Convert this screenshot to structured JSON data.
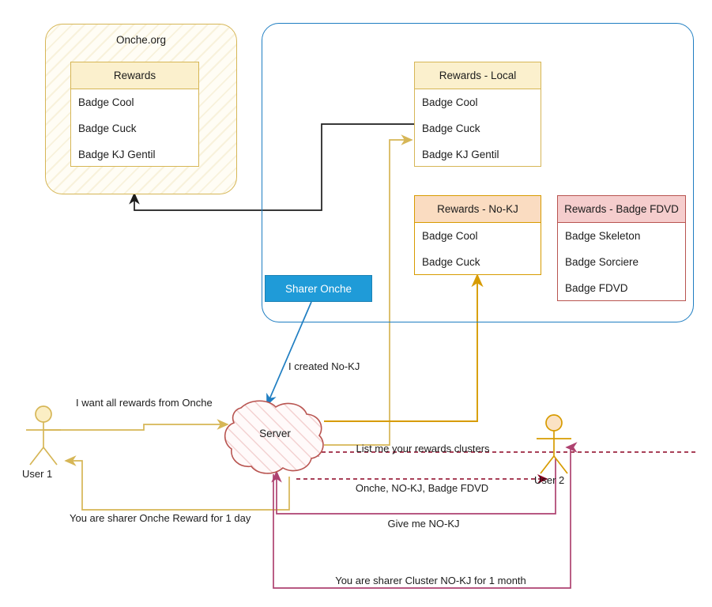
{
  "diagram": {
    "containers": {
      "onche": {
        "title": "Onche.org"
      },
      "cluster_blue": {
        "title": ""
      }
    },
    "boxes": [
      {
        "id": "rewards-onche",
        "header": "Rewards",
        "rows": [
          "Badge Cool",
          "Badge Cuck",
          "Badge KJ Gentil"
        ]
      },
      {
        "id": "rewards-local",
        "header": "Rewards - Local",
        "rows": [
          "Badge Cool",
          "Badge Cuck",
          "Badge KJ Gentil"
        ]
      },
      {
        "id": "rewards-nokj",
        "header": "Rewards - No-KJ",
        "rows": [
          "Badge Cool",
          "Badge Cuck"
        ]
      },
      {
        "id": "rewards-badge-fdvd",
        "header": "Rewards - Badge FDVD",
        "rows": [
          "Badge Skeleton",
          "Badge Sorciere",
          "Badge FDVD"
        ]
      }
    ],
    "sharer_box": {
      "label": "Sharer Onche"
    },
    "server": {
      "label": "Server"
    },
    "actors": [
      {
        "id": "user-1",
        "label": "User 1"
      },
      {
        "id": "user-2",
        "label": "User 2"
      }
    ],
    "edge_labels": {
      "created_nokj": "I created No-KJ",
      "want_all_rewards": "I want all rewards from Onche",
      "list_clusters": "List me your rewards clusters",
      "clusters_answer": "Onche, NO-KJ, Badge FDVD",
      "give_me_nokj": "Give me NO-KJ",
      "sharer_onche_reward": "You are sharer Onche Reward for 1 day",
      "sharer_cluster_nokj": "You are sharer Cluster NO-KJ for 1 month"
    },
    "colors": {
      "gold": "#d6b656",
      "gold_dark": "#d79b00",
      "blue": "#1f7ec2",
      "blue_fill": "#1f9bd8",
      "rose": "#b85450",
      "magenta": "#ae4270",
      "maroon": "#8b0020",
      "black": "#1c1c1c",
      "cream_fill": "#fbf0cd",
      "peach_fill": "#fadcc1",
      "pink_fill": "#f5cdcd"
    }
  }
}
